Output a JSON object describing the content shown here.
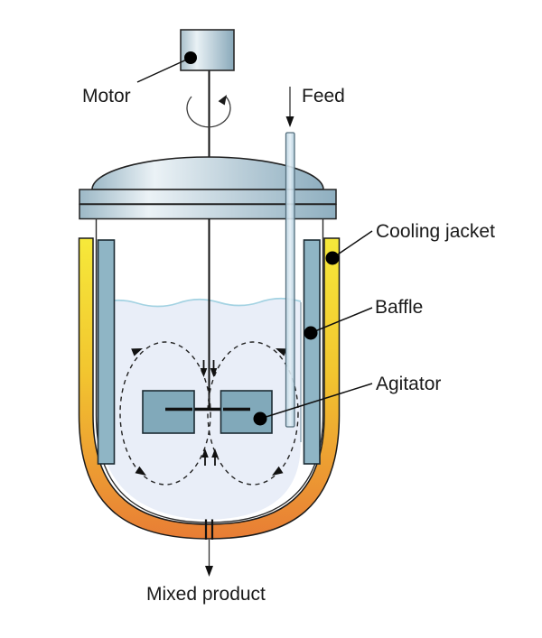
{
  "diagram": {
    "type": "stirred-tank-reactor-schematic",
    "labels": {
      "motor": "Motor",
      "feed": "Feed",
      "cooling_jacket": "Cooling jacket",
      "baffle": "Baffle",
      "agitator": "Agitator",
      "mixed_product": "Mixed product"
    },
    "colors": {
      "steel_light": "#ebf2f6",
      "steel_dark": "#8fafc0",
      "jacket_yellow": "#f6e93a",
      "jacket_mid": "#f2c52f",
      "jacket_orange": "#e87d35",
      "baffle_fill": "#8fb5c5",
      "agitator_fill": "#81a9ba",
      "liquid_fill": "#e9eef8",
      "wave_stroke": "#a3d2e2",
      "feed_tube_fill": "#cfe2ed",
      "outline": "#1a1a1a"
    }
  }
}
